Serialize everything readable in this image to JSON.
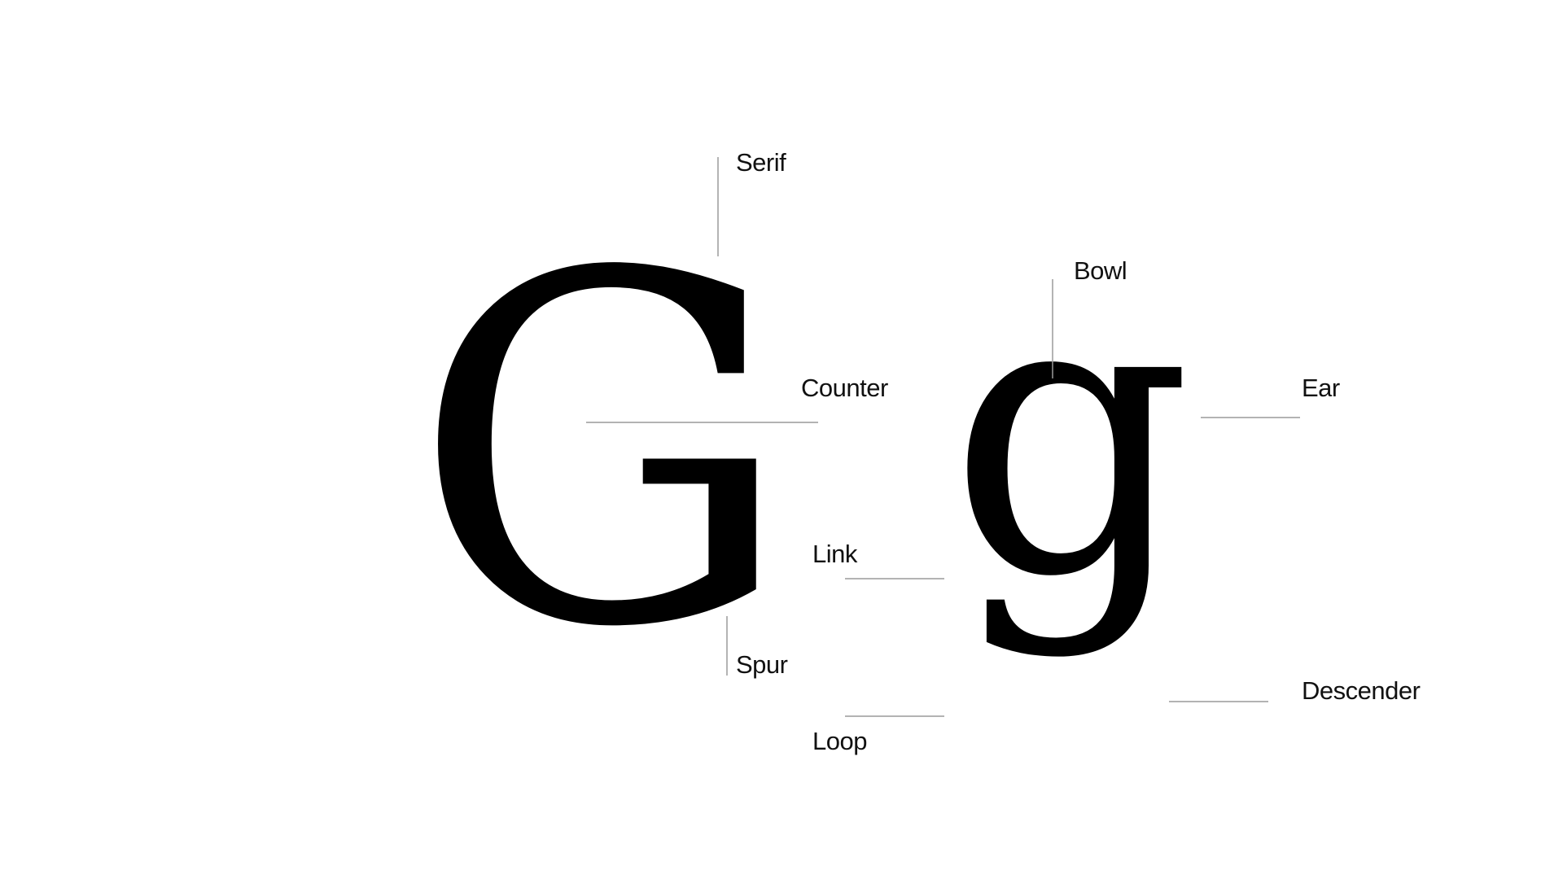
{
  "glyphs": {
    "uppercase": "G",
    "lowercase": "g"
  },
  "labels": {
    "serif": "Serif",
    "counter": "Counter",
    "spur": "Spur",
    "bowl": "Bowl",
    "ear": "Ear",
    "link": "Link",
    "loop": "Loop",
    "descender": "Descender"
  },
  "colors": {
    "background": "#ffffff",
    "glyph": "#000000",
    "leader": "#9a9a9a",
    "label": "#111111"
  }
}
